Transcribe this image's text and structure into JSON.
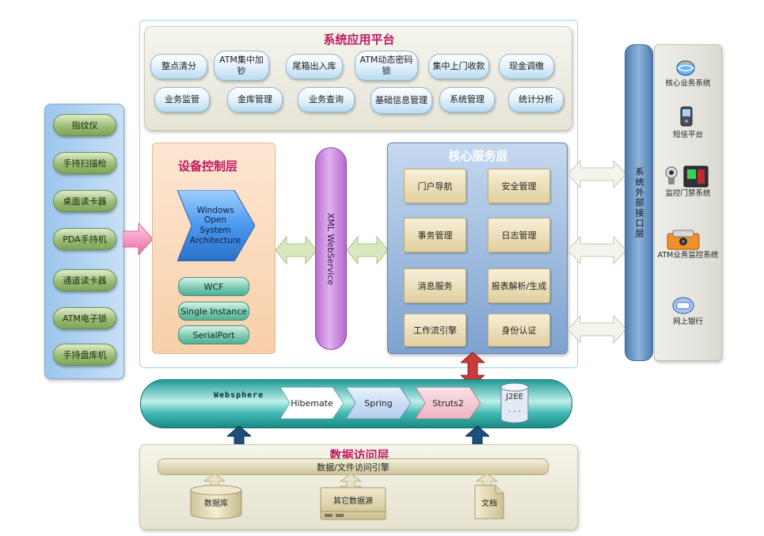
{
  "app_platform": {
    "title": "系统应用平台",
    "row1": [
      "整点清分",
      "ATM集中加钞",
      "尾箱出入库",
      "ATM动态密码锁",
      "集中上门收款",
      "现金调缴"
    ],
    "row2": [
      "业务监管",
      "金库管理",
      "业务查询",
      "基础信息管理",
      "系统管理",
      "统计分析"
    ]
  },
  "devices": {
    "items": [
      "指纹仪",
      "手持扫描枪",
      "桌面读卡器",
      "PDA手持机",
      "通道读卡器",
      "ATM电子锁",
      "手持盘库机"
    ]
  },
  "device_control": {
    "title": "设备控制层",
    "wosa_label": "Windows Open System Architecture",
    "components": [
      "WCF",
      "Single Instance",
      "SerialPort"
    ]
  },
  "xml_service": {
    "label": "XML WebService"
  },
  "core_service": {
    "title": "核心服务层",
    "items": [
      "门户导航",
      "安全管理",
      "事务管理",
      "日志管理",
      "消息服务",
      "报表解析/生成",
      "工作流引擎",
      "身份认证"
    ]
  },
  "external_interface": {
    "label": "系统外部接口层",
    "systems": [
      "核心业务系统",
      "短信平台",
      "监控门禁系统",
      "ATM业务监控系统",
      "网上银行"
    ]
  },
  "websphere": {
    "label": "Websphere",
    "frameworks": [
      "Hibemate",
      "Spring",
      "Struts2"
    ],
    "j2ee_label": "J2EE",
    "j2ee_more": ". . ."
  },
  "data_access": {
    "title": "数据访问层",
    "engine": "数据/文件访问引擎",
    "sources": [
      "数据库",
      "其它数据源",
      "文档"
    ]
  },
  "colors": {
    "title_red": "#c01860",
    "core_blue": "#7ea2cf",
    "device_green": "#9dbd77",
    "device_orange": "#f8cfa9",
    "xml_purple": "#c27fd8",
    "websphere_teal": "#41b8b2",
    "arrow_red": "#c93a3a",
    "arrow_blue": "#1c4f7a"
  }
}
